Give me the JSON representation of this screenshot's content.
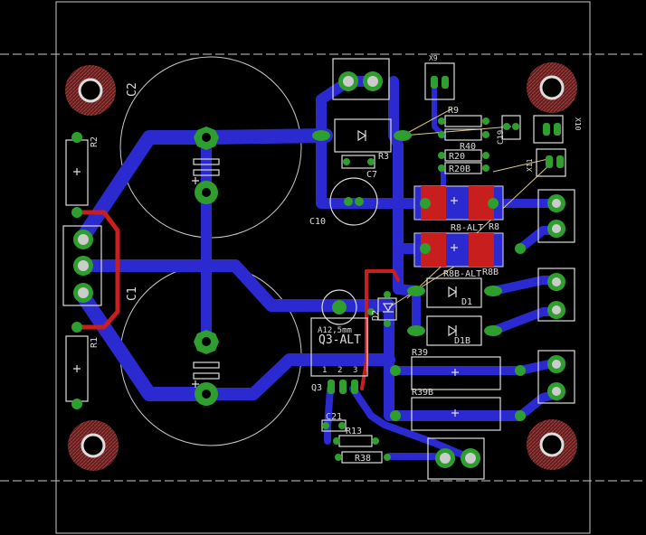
{
  "colors": {
    "background": "#000000",
    "bottom_copper": "#2a2ad0",
    "top_copper": "#c81e1e",
    "pad": "#2e9e2e",
    "silkscreen": "#dcdcdc",
    "outline": "#c8c8c8",
    "airwire": "#d8c87a"
  },
  "labels": {
    "C2": "C2",
    "C1": "C1",
    "R2": "R2",
    "R1": "R1",
    "X9": "X9",
    "R9": "R9",
    "R40": "R40",
    "C19": "C19",
    "X10": "X10",
    "R20": "R20",
    "R20B": "R20B",
    "X11": "X11",
    "C7": "C7",
    "C10": "C10",
    "R3": "R3",
    "R8_ALT": "R8-ALT",
    "R8": "R8",
    "R8B_ALT": "R8B-ALT",
    "R8B": "R8B",
    "D1": "D1",
    "D1B": "D1B",
    "D2": "D2",
    "A125mm": "A12,5mm",
    "Q3_ALT": "Q3-ALT",
    "Q3": "Q3",
    "pin1": "1",
    "pin2": "2",
    "pin3": "3",
    "R39": "R39",
    "R39B": "R39B",
    "C21": "C21",
    "R13": "R13",
    "R38": "R38"
  }
}
